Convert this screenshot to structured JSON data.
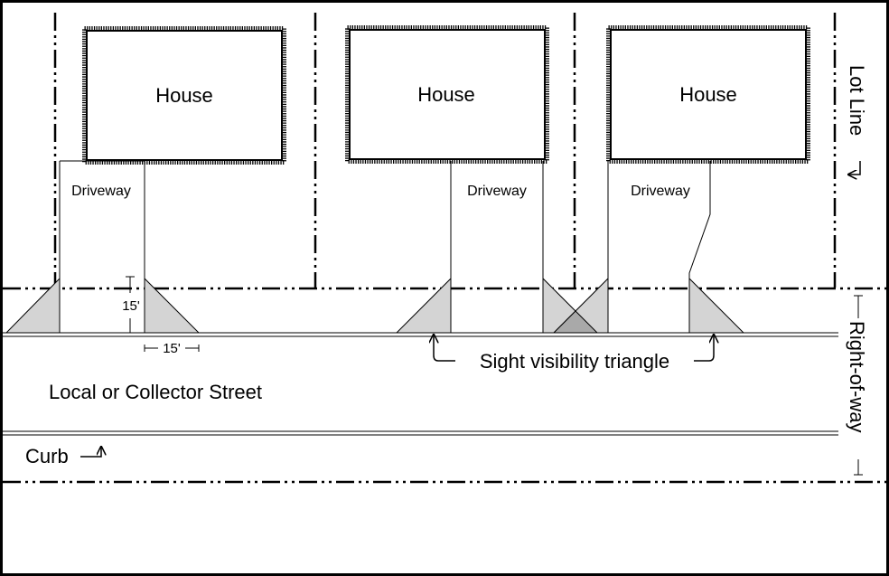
{
  "houses": [
    {
      "label": "House"
    },
    {
      "label": "House"
    },
    {
      "label": "House"
    }
  ],
  "driveways": [
    {
      "label": "Driveway"
    },
    {
      "label": "Driveway"
    },
    {
      "label": "Driveway"
    }
  ],
  "labels": {
    "lot_line": "Lot Line",
    "right_of_way": "Right-of-way",
    "sight_triangle": "Sight visibility triangle",
    "street": "Local or Collector Street",
    "curb": "Curb",
    "dim_vertical": "15'",
    "dim_horizontal": "15'"
  },
  "colors": {
    "triangle_fill": "#d4d4d4",
    "triangle_overlap_fill": "#a9a9a9",
    "line": "#000000"
  }
}
